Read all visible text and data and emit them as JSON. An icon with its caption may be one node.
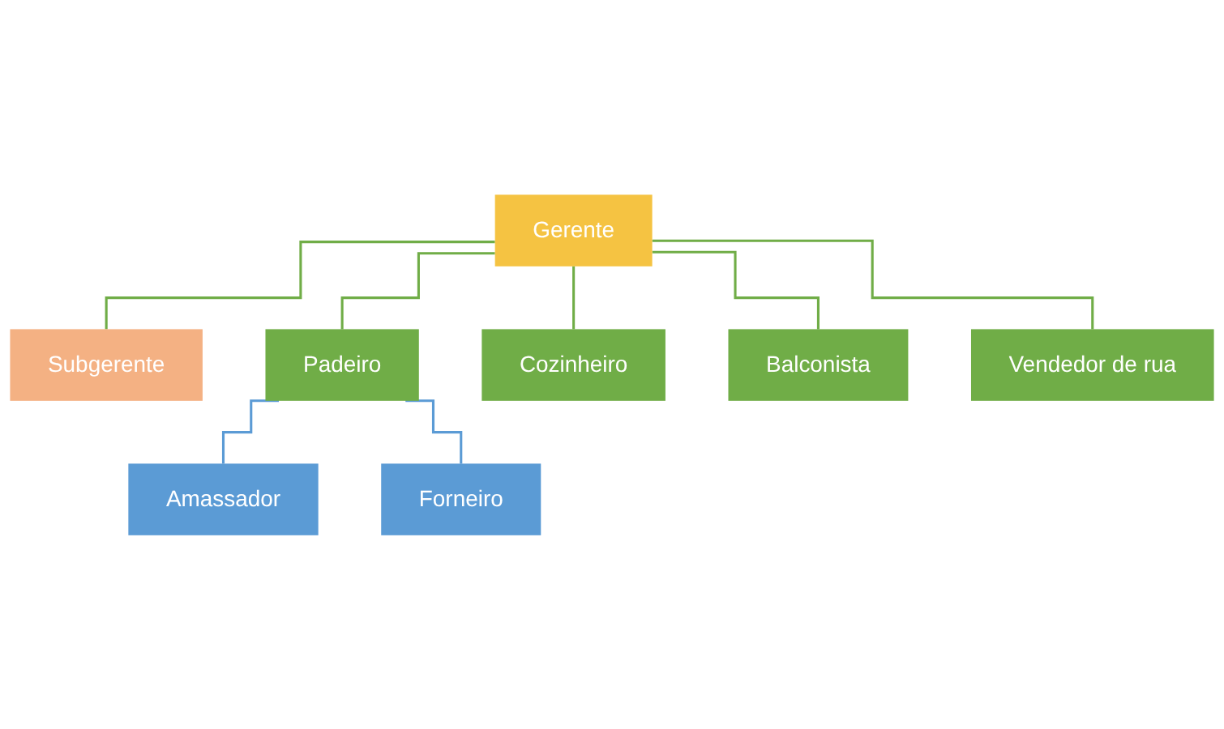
{
  "diagram": {
    "nodes": [
      {
        "text": [
          "Gerente"
        ]
      },
      {
        "text": [
          "Subgerente"
        ]
      },
      {
        "text": [
          "Padeiro"
        ]
      },
      {
        "text": [
          "Cozinheiro"
        ]
      },
      {
        "text": [
          "Balconista"
        ]
      },
      {
        "text": [
          "Vendedor de rua"
        ]
      },
      {
        "text": [
          "Amassador"
        ]
      },
      {
        "text": [
          "Forneiro"
        ]
      }
    ],
    "edges": [
      {
        "from": 0,
        "to": 1,
        "arrow": "none"
      },
      {
        "from": 0,
        "to": 2,
        "arrow": "none"
      },
      {
        "from": 0,
        "to": 3,
        "arrow": "none"
      },
      {
        "from": 0,
        "to": 4,
        "arrow": "none"
      },
      {
        "from": 0,
        "to": 5,
        "arrow": "none"
      },
      {
        "from": 2,
        "to": 6,
        "arrow": "none",
        "color": "#5b9bd5"
      },
      {
        "from": 2,
        "to": 7,
        "arrow": "none",
        "color": "#5b9bd5"
      }
    ]
  }
}
